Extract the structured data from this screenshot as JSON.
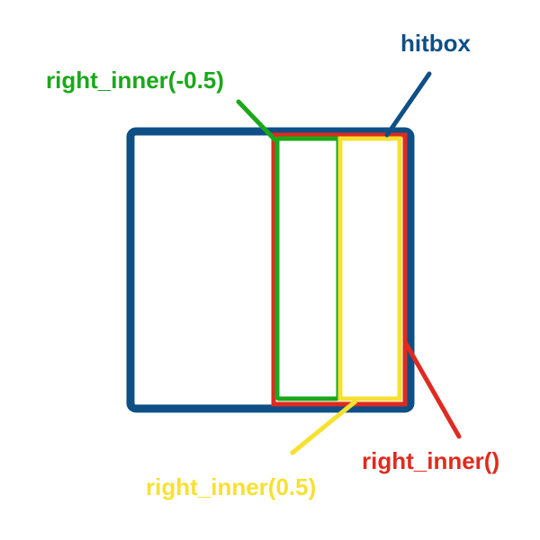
{
  "labels": {
    "hitbox": "hitbox",
    "right_inner_neg": "right_inner(-0.5)",
    "right_inner_default": "right_inner()",
    "right_inner_pos": "right_inner(0.5)"
  },
  "colors": {
    "hitbox": "#0e4f86",
    "right_inner_neg": "#1aa81a",
    "right_inner_default": "#e02a1f",
    "right_inner_pos": "#f6e132",
    "background": "#ffffff"
  }
}
